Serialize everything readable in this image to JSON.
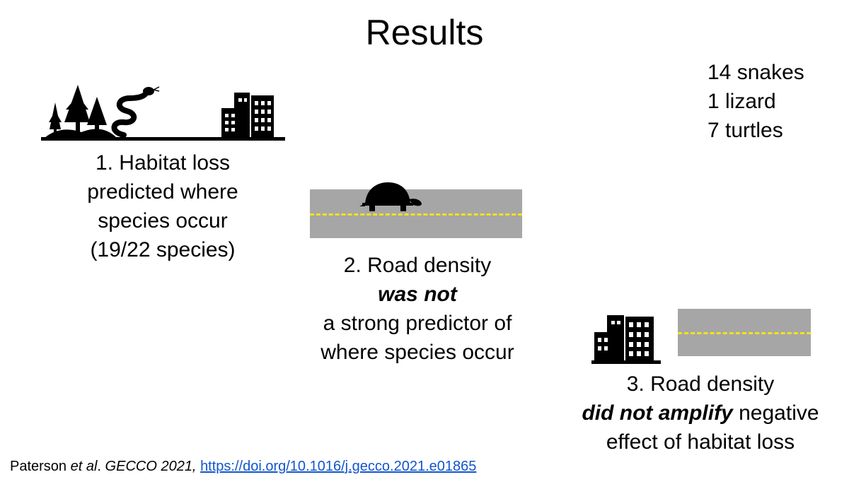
{
  "title": "Results",
  "counts": [
    "14 snakes",
    "1 lizard",
    "7 turtles"
  ],
  "result1": {
    "lines": [
      "1. Habitat loss",
      "predicted where",
      "species occur",
      "(19/22 species)"
    ]
  },
  "result2": {
    "line1": "2. Road density",
    "emphasis": "was not",
    "line3": "a strong predictor of",
    "line4": "where species occur"
  },
  "result3": {
    "line1": "3. Road density",
    "emphasis": "did not amplify",
    "line2_rest": " negative",
    "line3": "effect of habitat loss"
  },
  "footer": {
    "author": "Paterson ",
    "etal": "et al",
    "period": ". ",
    "journal": "GECCO 2021,",
    "space": " ",
    "link": "https://doi.org/10.1016/j.gecco.2021.e01865"
  },
  "icons": {
    "habitat": [
      "tree-icon",
      "snake-icon",
      "buildings-icon"
    ],
    "road_middle": [
      "turtle-icon",
      "road-icon"
    ],
    "road_bottom": [
      "buildings-icon",
      "road-icon"
    ]
  },
  "colors": {
    "road": "#a6a6a6",
    "road_dash": "#f5e21a",
    "link": "#1155cc"
  }
}
